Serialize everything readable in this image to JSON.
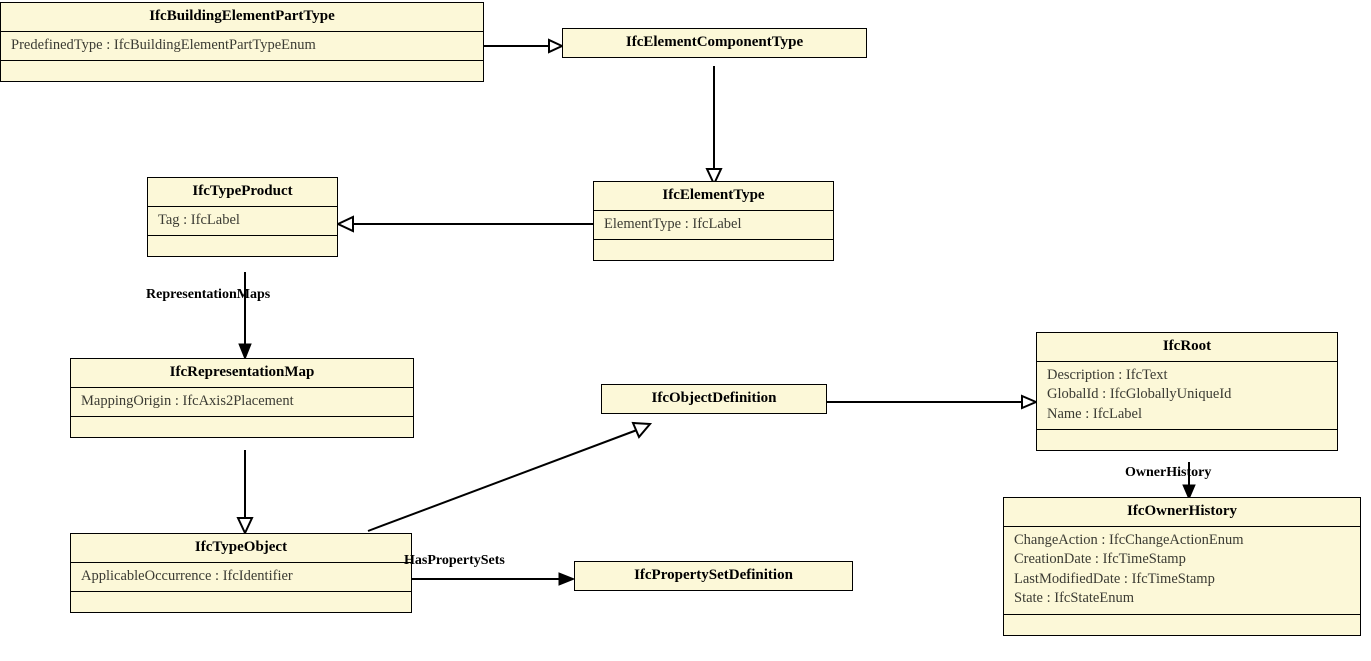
{
  "diagram": {
    "title": "IfcBuildingElementPartType inheritance diagram",
    "type": "uml-class-diagram",
    "colors": {
      "class_fill": "#fcf8d8",
      "class_border": "#000000",
      "edge": "#000000",
      "attribute_text": "#3b3b33",
      "background": "#ffffff"
    },
    "classes": [
      {
        "id": "IfcBuildingElementPartType",
        "name": "IfcBuildingElementPartType",
        "attributes": [
          "PredefinedType : IfcBuildingElementPartTypeEnum"
        ],
        "operations": []
      },
      {
        "id": "IfcElementComponentType",
        "name": "IfcElementComponentType",
        "attributes": [],
        "operations": []
      },
      {
        "id": "IfcTypeProduct",
        "name": "IfcTypeProduct",
        "attributes": [
          "Tag : IfcLabel"
        ],
        "operations": []
      },
      {
        "id": "IfcElementType",
        "name": "IfcElementType",
        "attributes": [
          "ElementType : IfcLabel"
        ],
        "operations": []
      },
      {
        "id": "IfcRepresentationMap",
        "name": "IfcRepresentationMap",
        "attributes": [
          "MappingOrigin : IfcAxis2Placement"
        ],
        "operations": []
      },
      {
        "id": "IfcObjectDefinition",
        "name": "IfcObjectDefinition",
        "attributes": [],
        "operations": []
      },
      {
        "id": "IfcRoot",
        "name": "IfcRoot",
        "attributes": [
          "Description : IfcText",
          "GlobalId : IfcGloballyUniqueId",
          "Name : IfcLabel"
        ],
        "operations": []
      },
      {
        "id": "IfcOwnerHistory",
        "name": "IfcOwnerHistory",
        "attributes": [
          "ChangeAction : IfcChangeActionEnum",
          "CreationDate : IfcTimeStamp",
          "LastModifiedDate : IfcTimeStamp",
          "State : IfcStateEnum"
        ],
        "operations": []
      },
      {
        "id": "IfcTypeObject",
        "name": "IfcTypeObject",
        "attributes": [
          "ApplicableOccurrence : IfcIdentifier"
        ],
        "operations": []
      },
      {
        "id": "IfcPropertySetDefinition",
        "name": "IfcPropertySetDefinition",
        "attributes": [],
        "operations": []
      }
    ],
    "edges": [
      {
        "id": "edge-part-to-componenttype",
        "from": "IfcBuildingElementPartType",
        "to": "IfcElementComponentType",
        "kind": "generalization",
        "arrowhead": "hollow-triangle",
        "label": ""
      },
      {
        "id": "edge-componenttype-to-elementtype",
        "from": "IfcElementComponentType",
        "to": "IfcElementType",
        "kind": "generalization",
        "arrowhead": "hollow-triangle",
        "label": ""
      },
      {
        "id": "edge-elementtype-to-typeproduct",
        "from": "IfcElementType",
        "to": "IfcTypeProduct",
        "kind": "generalization",
        "arrowhead": "hollow-triangle",
        "label": ""
      },
      {
        "id": "edge-typeproduct-to-representationmap",
        "from": "IfcTypeProduct",
        "to": "IfcRepresentationMap",
        "kind": "association",
        "arrowhead": "solid",
        "label": "RepresentationMaps"
      },
      {
        "id": "edge-representationmap-to-typeobject",
        "from": "IfcRepresentationMap",
        "to": "IfcTypeObject",
        "kind": "generalization",
        "arrowhead": "hollow-triangle",
        "label": ""
      },
      {
        "id": "edge-typeobject-to-objectdefinition",
        "from": "IfcTypeObject",
        "to": "IfcObjectDefinition",
        "kind": "generalization",
        "arrowhead": "hollow-triangle",
        "label": ""
      },
      {
        "id": "edge-objectdefinition-to-root",
        "from": "IfcObjectDefinition",
        "to": "IfcRoot",
        "kind": "generalization",
        "arrowhead": "hollow-triangle",
        "label": ""
      },
      {
        "id": "edge-root-to-ownerhistory",
        "from": "IfcRoot",
        "to": "IfcOwnerHistory",
        "kind": "association",
        "arrowhead": "solid",
        "label": "OwnerHistory"
      },
      {
        "id": "edge-typeobject-to-propertysetdefinition",
        "from": "IfcTypeObject",
        "to": "IfcPropertySetDefinition",
        "kind": "association",
        "arrowhead": "solid",
        "label": "HasPropertySets"
      }
    ],
    "edge_labels": {
      "representation_maps": "RepresentationMaps",
      "owner_history": "OwnerHistory",
      "has_property_sets": "HasPropertySets"
    }
  }
}
